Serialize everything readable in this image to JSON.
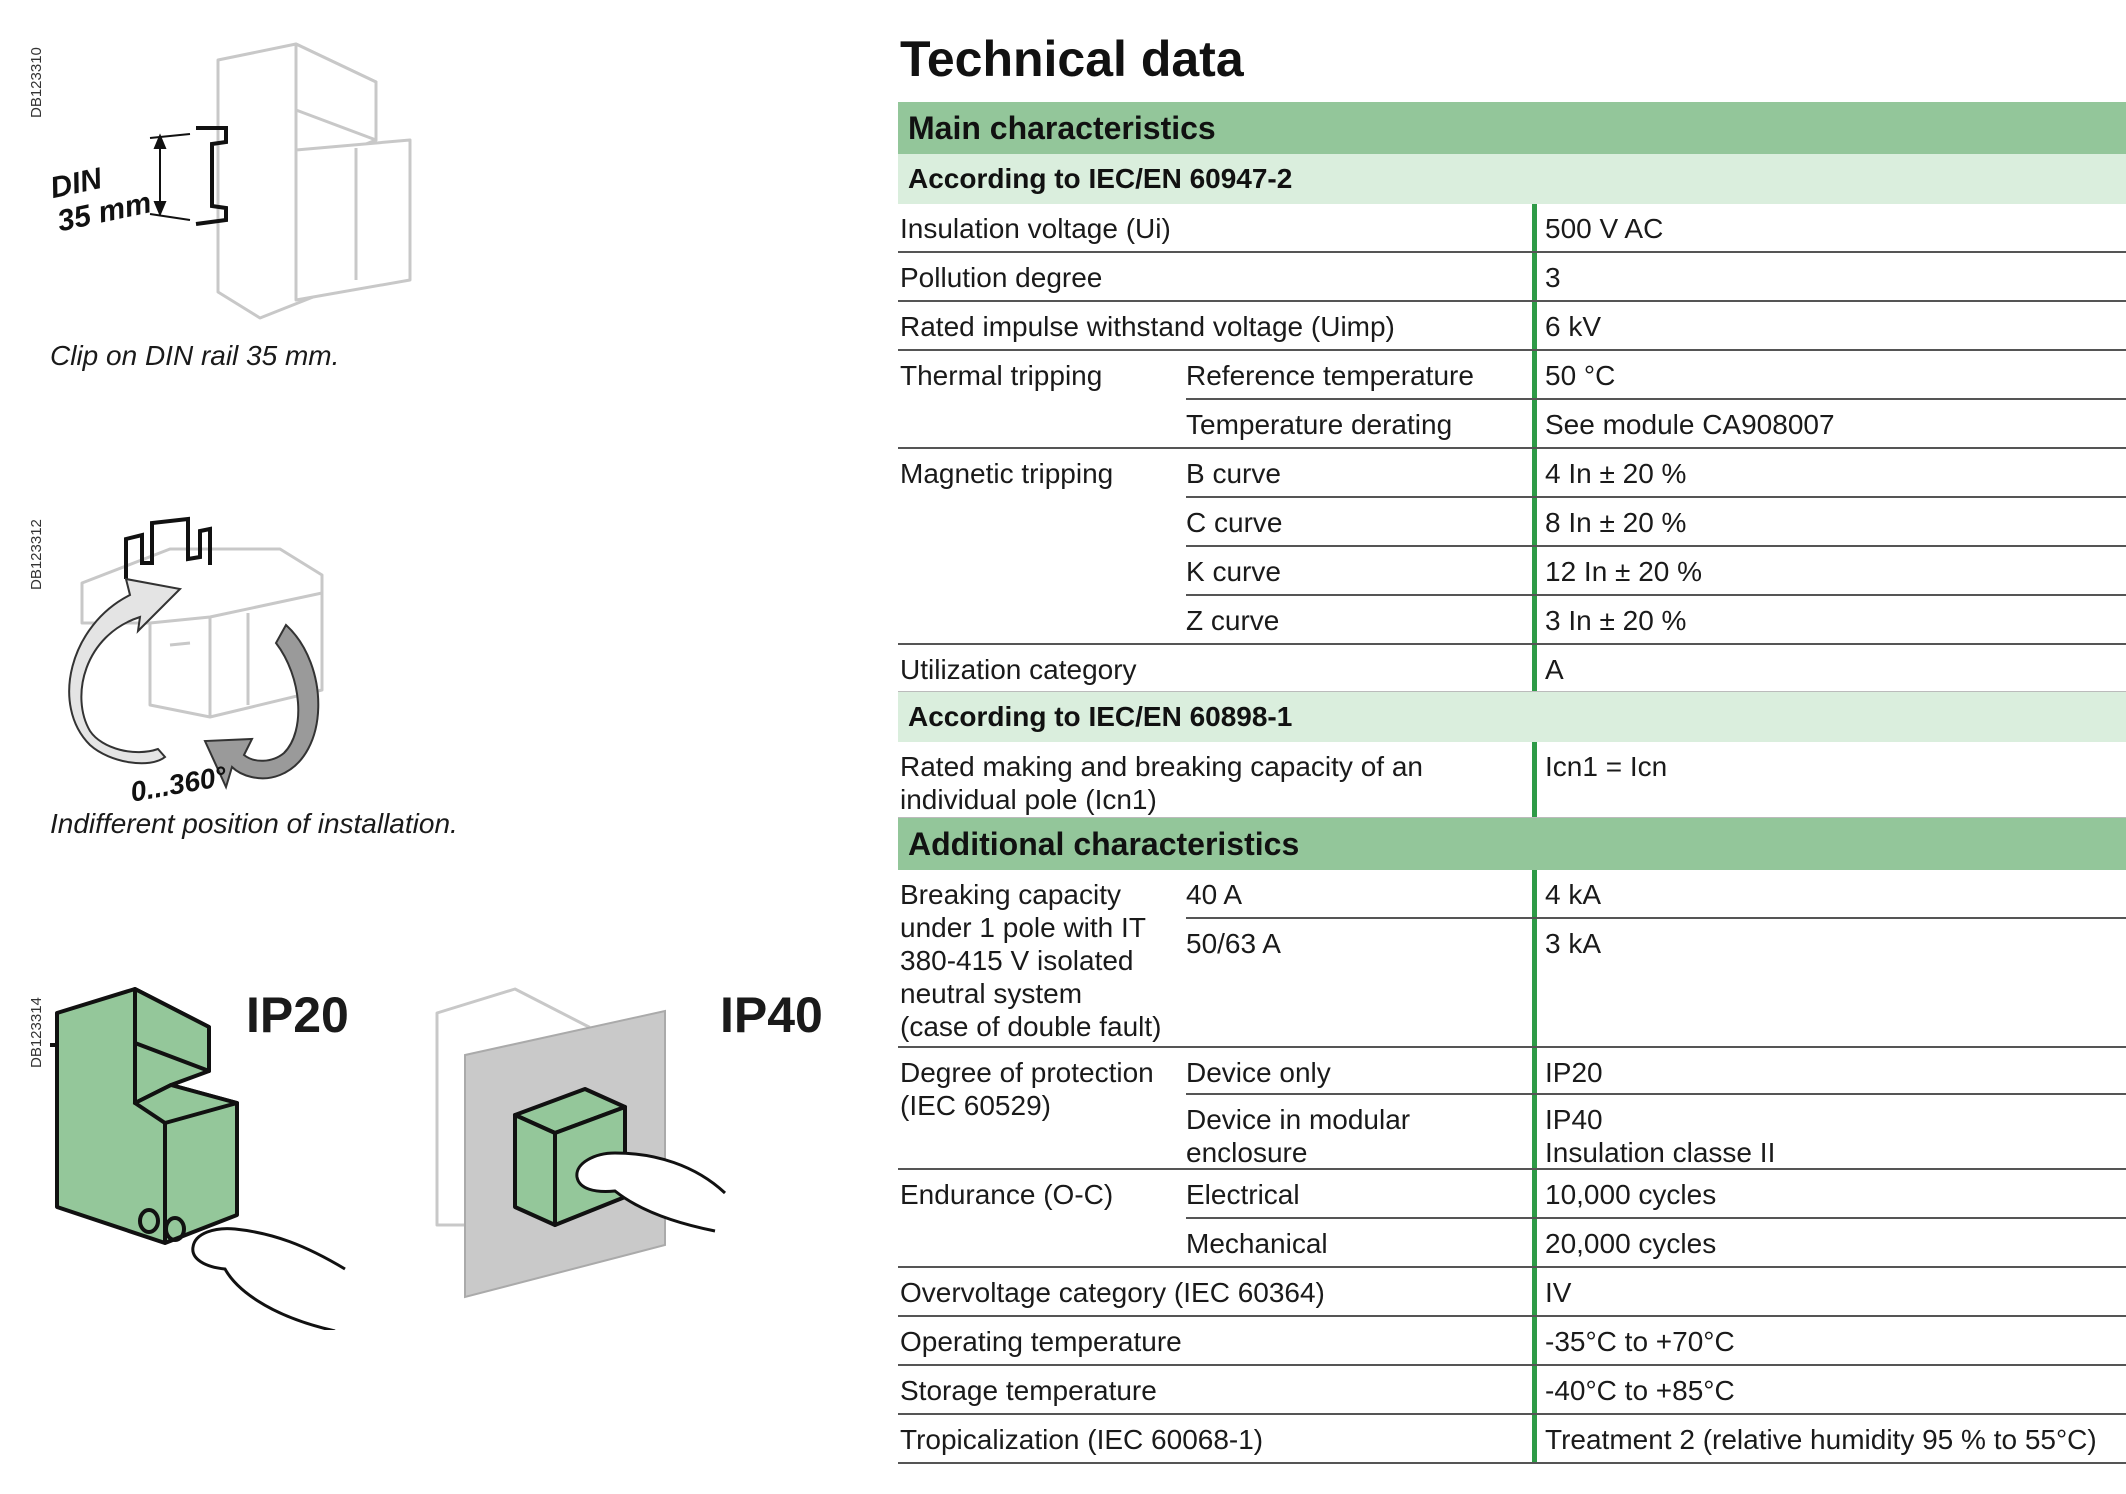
{
  "left": {
    "codes": [
      "DB123310",
      "DB123312",
      "DB123314"
    ],
    "din_label_line1": "DIN",
    "din_label_line2": "35 mm",
    "rotation_label": "0...360°",
    "captions": {
      "clip": "Clip on DIN rail 35 mm.",
      "position": "Indifferent position of installation."
    },
    "ip_labels": [
      "IP20",
      "IP40"
    ],
    "colors": {
      "device_green": "#94c79a",
      "outline": "#c8c8c8",
      "panel_grey": "#c9c9c9"
    }
  },
  "tech": {
    "title": "Technical data",
    "colors": {
      "band_main": "#93c69a",
      "band_sub": "#daeedd",
      "divider_green": "#2e9b47"
    },
    "main_header": "Main characteristics",
    "section1": {
      "header": "According to IEC/EN 60947-2",
      "rows": [
        {
          "label": "Insulation voltage (Ui)",
          "value": "500 V AC"
        },
        {
          "label": "Pollution degree",
          "value": "3"
        },
        {
          "label": "Rated impulse withstand voltage (Uimp)",
          "value": "6 kV"
        }
      ],
      "thermal": {
        "label": "Thermal tripping",
        "items": [
          {
            "sub": "Reference temperature",
            "value": "50 °C"
          },
          {
            "sub": "Temperature derating",
            "value": "See module CA908007"
          }
        ]
      },
      "magnetic": {
        "label": "Magnetic tripping",
        "items": [
          {
            "sub": "B curve",
            "value": "4 In ± 20 %"
          },
          {
            "sub": "C curve",
            "value": "8 In ± 20 %"
          },
          {
            "sub": "K curve",
            "value": "12 In ± 20 %"
          },
          {
            "sub": "Z curve",
            "value": "3 In ± 20 %"
          }
        ]
      },
      "utilization": {
        "label": "Utilization category",
        "value": "A"
      }
    },
    "section2": {
      "header": "According to IEC/EN 60898-1",
      "row": {
        "label_line1": "Rated making and breaking capacity of an",
        "label_line2": "individual pole (Icn1)",
        "value": "Icn1 = Icn"
      }
    },
    "additional_header": "Additional characteristics",
    "breaking": {
      "label_lines": [
        "Breaking capacity",
        "under 1 pole with IT",
        "380-415 V isolated",
        "neutral system",
        "(case of double fault)"
      ],
      "items": [
        {
          "sub": "40 A",
          "value": "4 kA"
        },
        {
          "sub": "50/63 A",
          "value": "3 kA"
        }
      ]
    },
    "protection": {
      "label_lines": [
        "Degree of protection",
        "(IEC 60529)"
      ],
      "items": [
        {
          "sub_lines": [
            "Device only"
          ],
          "value_lines": [
            "IP20"
          ]
        },
        {
          "sub_lines": [
            "Device in modular",
            "enclosure"
          ],
          "value_lines": [
            "IP40",
            "Insulation classe II"
          ]
        }
      ]
    },
    "endurance": {
      "label": "Endurance (O-C)",
      "items": [
        {
          "sub": "Electrical",
          "value": "10,000 cycles"
        },
        {
          "sub": "Mechanical",
          "value": "20,000 cycles"
        }
      ]
    },
    "tail_rows": [
      {
        "label": "Overvoltage category (IEC 60364)",
        "value": "IV"
      },
      {
        "label": "Operating temperature",
        "value": "-35°C to +70°C"
      },
      {
        "label": "Storage temperature",
        "value": "-40°C to +85°C"
      },
      {
        "label": "Tropicalization (IEC 60068-1)",
        "value": "Treatment 2 (relative humidity 95 % to 55°C)"
      }
    ]
  }
}
